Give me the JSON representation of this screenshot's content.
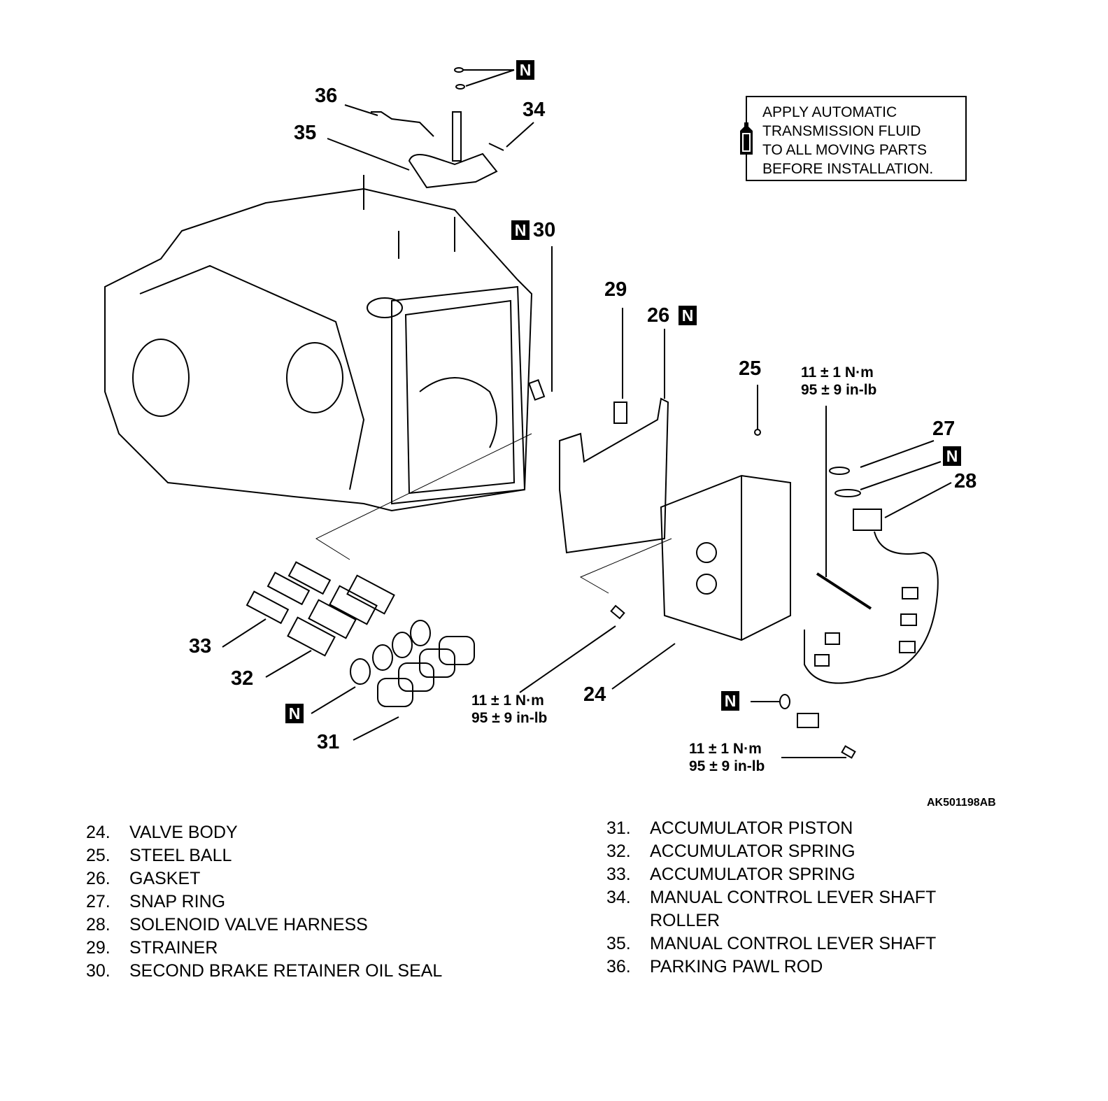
{
  "figure_id": "AK501198AB",
  "note": {
    "icon": "atf-bottle-icon",
    "lines": [
      "APPLY AUTOMATIC",
      "TRANSMISSION FLUID",
      "TO ALL MOVING PARTS",
      "BEFORE INSTALLATION."
    ]
  },
  "callouts": {
    "c24": "24",
    "c25": "25",
    "c26": "26",
    "c27": "27",
    "c28": "28",
    "c29": "29",
    "c30": "30",
    "c31": "31",
    "c32": "32",
    "c33": "33",
    "c34": "34",
    "c35": "35",
    "c36": "36"
  },
  "new_part_marker": "N",
  "torque": {
    "nm": "11 ± 1 N·m",
    "inlb": "95 ± 9 in-lb"
  },
  "legend_left": [
    {
      "num": "24.",
      "name": "VALVE BODY"
    },
    {
      "num": "25.",
      "name": "STEEL BALL"
    },
    {
      "num": "26.",
      "name": "GASKET"
    },
    {
      "num": "27.",
      "name": "SNAP RING"
    },
    {
      "num": "28.",
      "name": "SOLENOID VALVE HARNESS"
    },
    {
      "num": "29.",
      "name": "STRAINER"
    },
    {
      "num": "30.",
      "name": "SECOND BRAKE RETAINER OIL SEAL"
    }
  ],
  "legend_right": [
    {
      "num": "31.",
      "name": "ACCUMULATOR PISTON"
    },
    {
      "num": "32.",
      "name": "ACCUMULATOR SPRING"
    },
    {
      "num": "33.",
      "name": "ACCUMULATOR SPRING"
    },
    {
      "num": "34.",
      "name": "MANUAL CONTROL LEVER SHAFT"
    },
    {
      "num": "",
      "name": "ROLLER"
    },
    {
      "num": "35.",
      "name": "MANUAL CONTROL LEVER SHAFT"
    },
    {
      "num": "36.",
      "name": "PARKING PAWL ROD"
    }
  ]
}
